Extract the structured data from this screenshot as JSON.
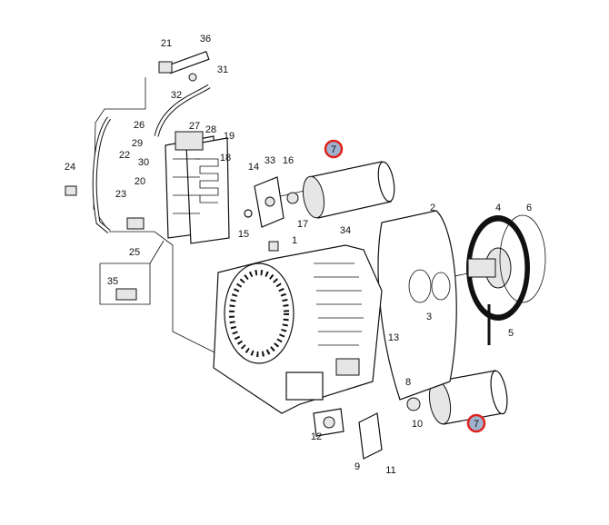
{
  "title": "Transmission housing exploded parts diagram",
  "callouts": [
    "21",
    "36",
    "31",
    "32",
    "26",
    "27",
    "28",
    "19",
    "29",
    "30",
    "22",
    "24",
    "23",
    "20",
    "18",
    "14",
    "33",
    "16",
    "15",
    "17",
    "7",
    "1",
    "34",
    "2",
    "4",
    "6",
    "3",
    "5",
    "25",
    "35",
    "13",
    "8",
    "10",
    "12",
    "9",
    "11",
    "7"
  ],
  "highlight_color": "#e0211b"
}
